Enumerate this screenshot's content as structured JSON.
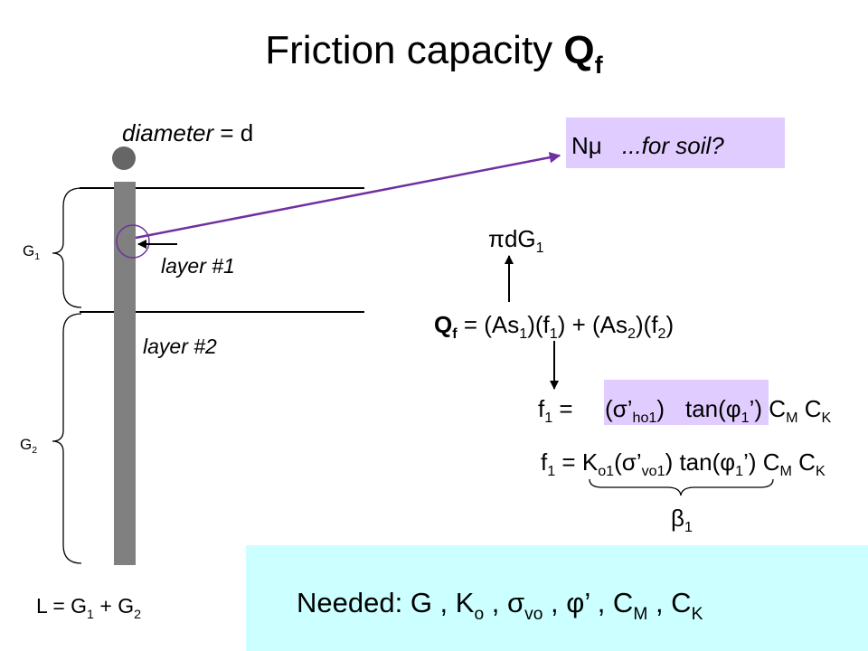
{
  "title": {
    "text": "Friction capacity ",
    "symbol": "Q",
    "subscript": "f"
  },
  "pile": {
    "diameter": {
      "term": "diameter",
      "value": " = d"
    },
    "g1": {
      "symbol": "G",
      "subscript": "1"
    },
    "g2": {
      "symbol": "G",
      "subscript": "2"
    },
    "layer_1": "layer #1",
    "layer_2": "layer #2",
    "length": [
      "L = G",
      "1",
      " + G",
      "2"
    ]
  },
  "soil_question": {
    "symbol": "Nμ",
    "note": "...for soil?"
  },
  "perimeter_term": [
    "πdG",
    "1"
  ],
  "equations": {
    "friction_capacity": [
      "Q",
      "f",
      " = (As",
      "1",
      ")(f",
      "1",
      ") + (As",
      "2",
      ")(f",
      "2",
      ")"
    ],
    "f1_horizontal": {
      "lhs": [
        "f",
        "1",
        " ="
      ],
      "stress": [
        "(σ’",
        "ho1",
        ")"
      ],
      "rest": [
        "tan(φ",
        "1",
        "’) C",
        "M",
        " C",
        "K"
      ]
    },
    "f1_vertical": [
      "f",
      "1",
      " = K",
      "o1",
      "(σ’",
      "vo1",
      ") tan(φ",
      "1",
      "’) C",
      "M",
      " C",
      "K"
    ],
    "beta": [
      "β",
      "1"
    ]
  },
  "needed": [
    "Needed: G , K",
    "o",
    " , σ",
    "vo",
    " , φ’ , C",
    "M",
    " , C",
    "K"
  ],
  "colors": {
    "pile": "#808080",
    "pile_head": "#666666",
    "accent_purple": "#7030a0",
    "lavender": "#e0ccff",
    "cyan_panel": "#ccffff"
  }
}
